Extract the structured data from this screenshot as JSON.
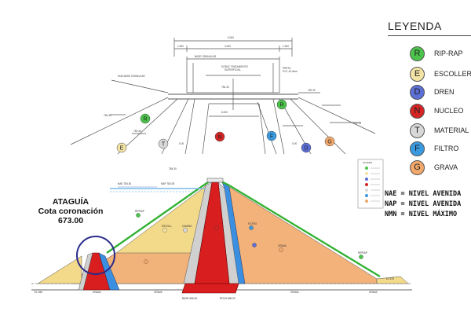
{
  "legend": {
    "title": "LEYENDA",
    "items": [
      {
        "code": "R",
        "label": "RIP-RAP",
        "color": "#4cc44c"
      },
      {
        "code": "E",
        "label": "ESCOLLERA",
        "color": "#f3e4a6"
      },
      {
        "code": "D",
        "label": "DREN",
        "color": "#5b6fd6"
      },
      {
        "code": "N",
        "label": "NUCLEO",
        "color": "#d42424"
      },
      {
        "code": "T",
        "label": "MATERIAL I",
        "color": "#d8d8d8"
      },
      {
        "code": "F",
        "label": "FILTRO",
        "color": "#3a9ae0"
      },
      {
        "code": "G",
        "label": "GRAVA",
        "color": "#f2a86a"
      }
    ]
  },
  "definitions": [
    "NAE = NIVEL AVENIDA",
    "NAP = NIVEL AVENIDA",
    "NMN = NIVEL MÁXIMO"
  ],
  "ataguia": {
    "title": "ATAGUÍA",
    "subtitle": "Cota coronación",
    "value": "673.00"
  },
  "colors": {
    "riprap": "#33b233",
    "escollera": "#f3d98a",
    "grava": "#f2b27a",
    "nucleo": "#d81e1e",
    "transition": "#d0d0d0",
    "filtro": "#3a8fe0",
    "water": "#7fb8e8"
  }
}
